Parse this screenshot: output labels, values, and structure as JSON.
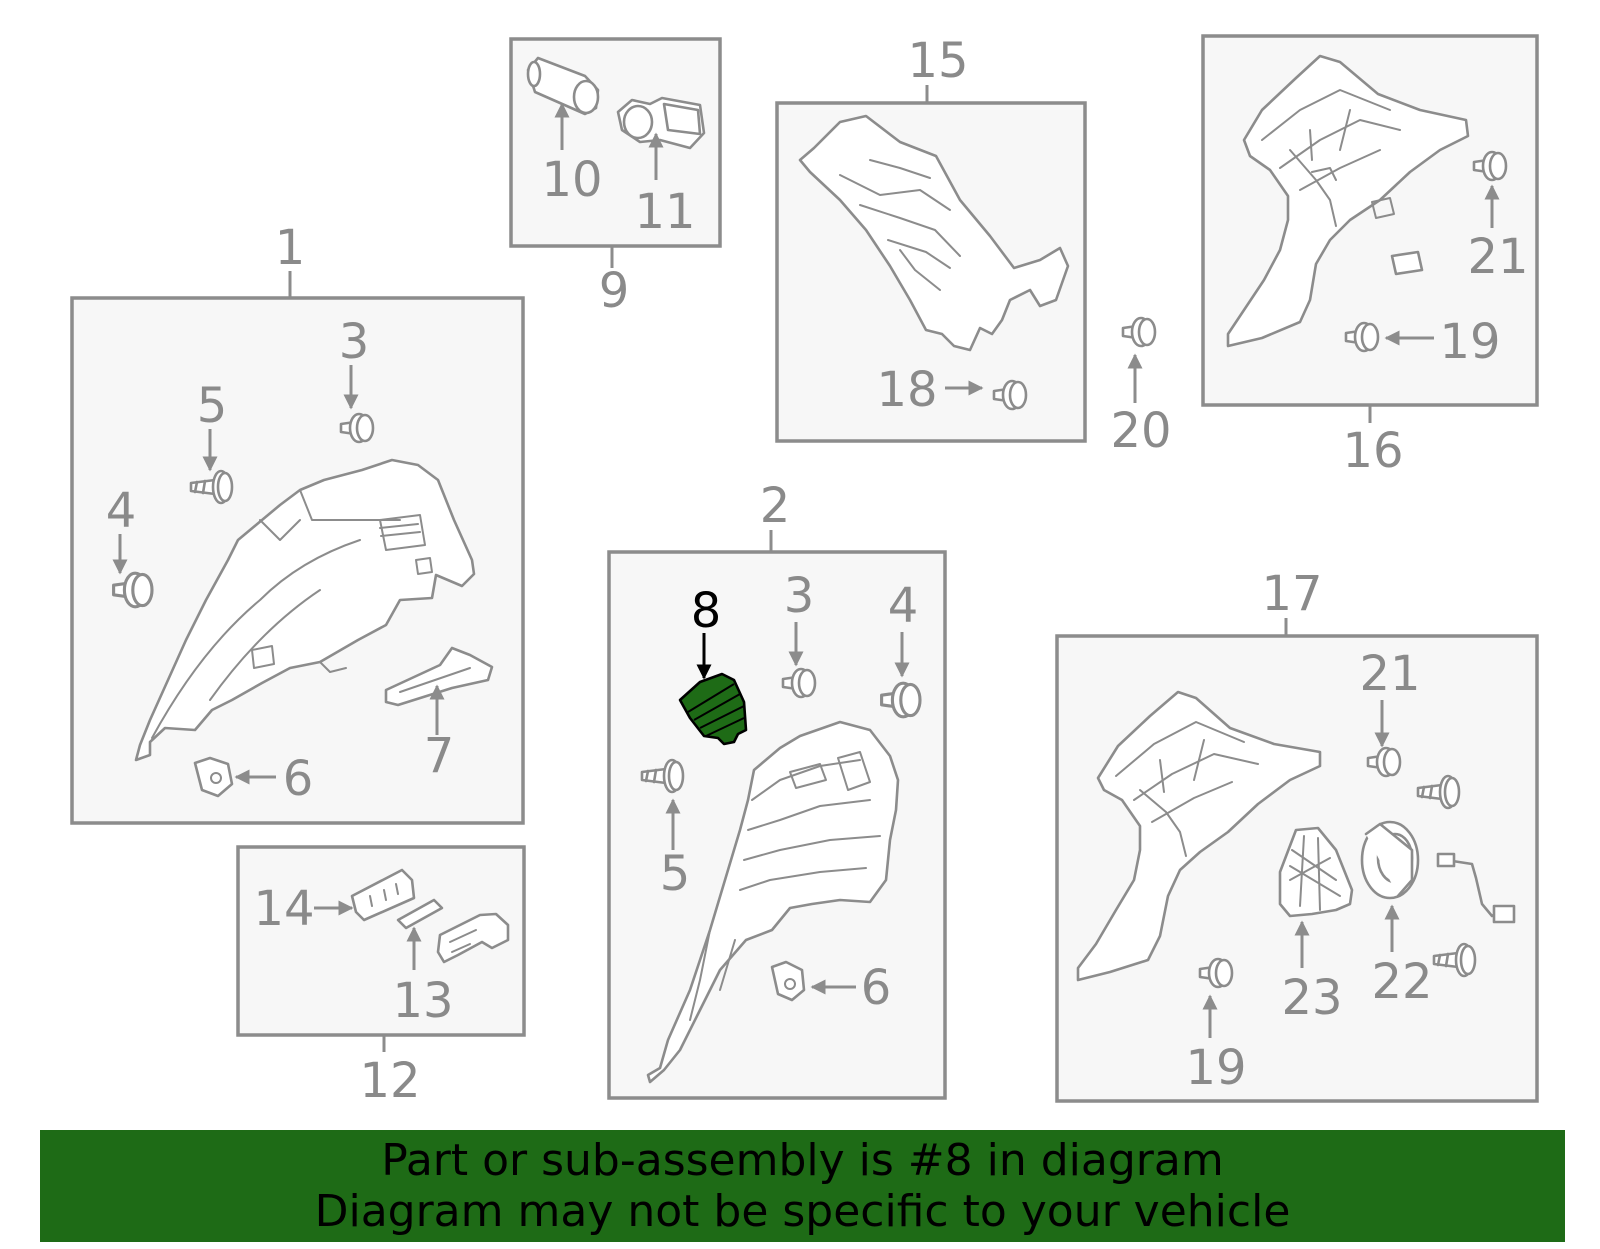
{
  "callouts": {
    "c1": "1",
    "c2": "2",
    "c3a": "3",
    "c3b": "3",
    "c4a": "4",
    "c4b": "4",
    "c5a": "5",
    "c5b": "5",
    "c6a": "6",
    "c6b": "6",
    "c7": "7",
    "c8": "8",
    "c9": "9",
    "c10": "10",
    "c11": "11",
    "c12": "12",
    "c13": "13",
    "c14": "14",
    "c15": "15",
    "c16": "16",
    "c17": "17",
    "c18": "18",
    "c19a": "19",
    "c19b": "19",
    "c20": "20",
    "c21a": "21",
    "c21b": "21",
    "c22": "22",
    "c23": "23"
  },
  "highlight_part": "8",
  "highlight_color": "#1e6b16",
  "banner": {
    "line1": "Part or sub-assembly is #8 in diagram",
    "line2": "Diagram may not be specific to your vehicle"
  }
}
